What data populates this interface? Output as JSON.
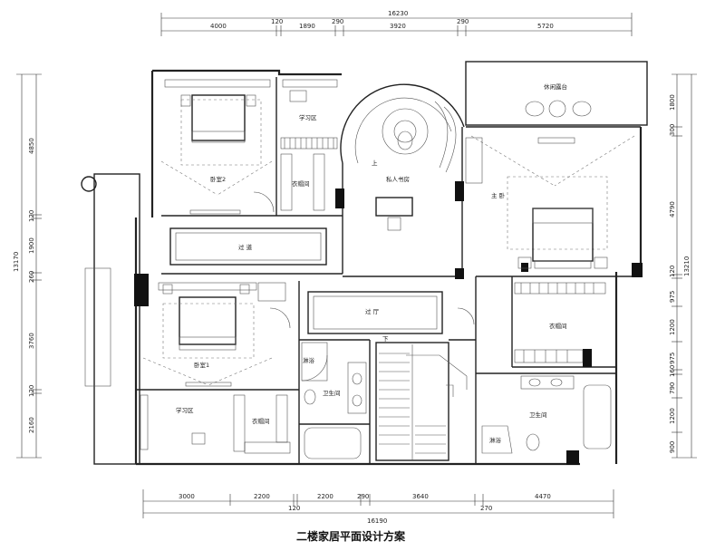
{
  "title": "二楼家居平面设计方案",
  "dims_top": {
    "overall": "16230",
    "segments": [
      "4000",
      "120",
      "1890",
      "290",
      "3920",
      "290",
      "5720"
    ]
  },
  "dims_bottom": {
    "overall": "16190",
    "segments": [
      "3000",
      "2200",
      "120",
      "2200",
      "290",
      "3640",
      "270",
      "4470"
    ]
  },
  "dims_left": {
    "overall": "13170",
    "segments": [
      "4850",
      "120",
      "1900",
      "260",
      "3760",
      "120",
      "2160"
    ]
  },
  "dims_right": {
    "overall": "13210",
    "segments": [
      "1800",
      "300",
      "4790",
      "120",
      "975",
      "1200",
      "975",
      "160",
      "790",
      "1200",
      "900"
    ]
  },
  "rooms": {
    "bedroom2": "卧室2",
    "study_top": "学习区",
    "wardrobe_top": "衣帽间",
    "corridor_top": "过 道",
    "private_study": "私人书房",
    "up_label": "上",
    "leisure_terrace": "休闲露台",
    "master_bedroom": "主 卧",
    "hall": "过 厅",
    "down_label": "下",
    "bedroom1": "卧室1",
    "shower_mid": "淋浴",
    "bathroom_mid": "卫生间",
    "wardrobe_right": "衣帽间",
    "study_bottom": "学习区",
    "wardrobe_bottom": "衣帽间",
    "bathroom_right": "卫生间",
    "shower_right": "淋浴"
  }
}
